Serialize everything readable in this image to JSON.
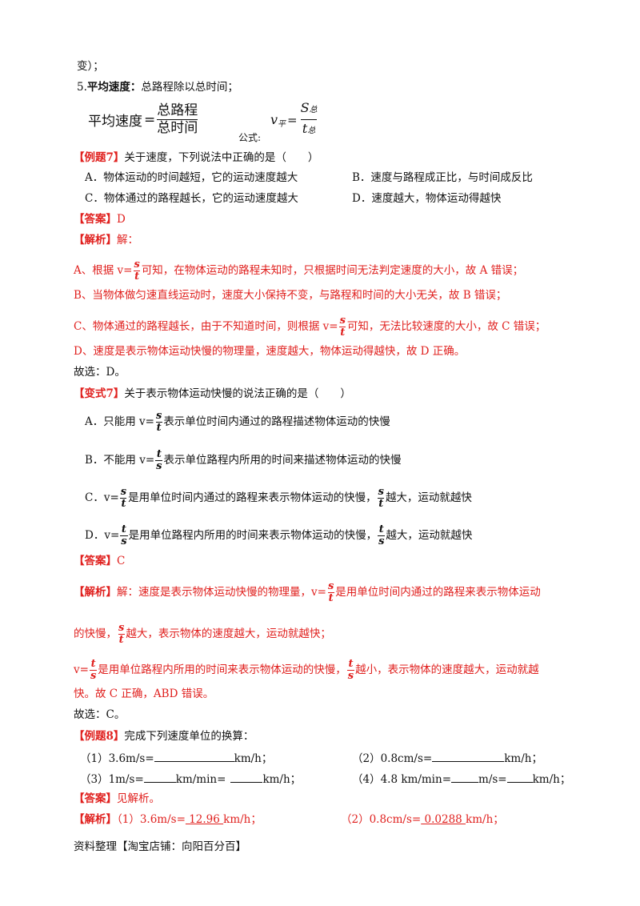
{
  "top_cont": "变）；",
  "def5": {
    "num": "5.",
    "term": "平均速度：",
    "desc": "总路程除以总时间；"
  },
  "formula": {
    "lhs": "平均速度",
    "eq": "=",
    "num": "总路程",
    "den": "总时间",
    "label": "公式:",
    "v": "v",
    "v_sub": "平",
    "s": "S",
    "s_sub": "总",
    "t": "t",
    "t_sub": "总"
  },
  "ex7": {
    "tag": "【例题7】",
    "question": "关于速度，下列说法中正确的是（　　）",
    "options": [
      "A．物体运动的时间越短，它的运动速度越大",
      "B．速度与路程成正比，与时间成反比",
      "C．物体通过的路程越长，它的运动速度越大",
      "D．速度越大，物体运动得越快"
    ],
    "answer_tag": "【答案】",
    "answer": "D",
    "analysis_tag": "【解析】",
    "analysis_intro": "解：",
    "lineA": {
      "pre": "A、根据 v=",
      "num": "s",
      "den": "t",
      "post": "可知，在物体运动的路程未知时，只根据时间无法判定速度的大小，故 A 错误；"
    },
    "lineB": "B、当物体做匀速直线运动时，速度大小保持不变，与路程和时间的大小无关，故 B 错误；",
    "lineC": {
      "pre": "C、物体通过的路程越长，由于不知道时间，则根据 v=",
      "num": "s",
      "den": "t",
      "post": "可知，无法比较速度的大小，故 C 错误；"
    },
    "lineD": "D、速度是表示物体运动快慢的物理量，速度越大，物体运动得越快，故 D 正确。",
    "choose": "故选：D。"
  },
  "var7": {
    "tag": "【变式7】",
    "question": "关于表示物体运动快慢的说法正确的是（　　）",
    "optA": {
      "pre": "A．只能用 v=",
      "num": "s",
      "den": "t",
      "post": "表示单位时间内通过的路程描述物体运动的快慢"
    },
    "optB": {
      "pre": "B．不能用 v=",
      "num": "t",
      "den": "s",
      "post": "表示单位路程内所用的时间来描述物体运动的快慢"
    },
    "optC": {
      "pre": "C．v=",
      "num": "s",
      "den": "t",
      "mid": "是用单位时间内通过的路程来表示物体运动的快慢，",
      "num2": "s",
      "den2": "t",
      "post": "越大，运动就越快"
    },
    "optD": {
      "pre": "D．v=",
      "num": "t",
      "den": "s",
      "mid": "是用单位路程内所用的时间来表示物体运动的快慢，",
      "num2": "t",
      "den2": "s",
      "post": "越大，运动就越快"
    },
    "answer_tag": "【答案】",
    "answer": "C",
    "analysis_tag": "【解析】",
    "a1": {
      "pre": "解：速度是表示物体运动快慢的物理量，v=",
      "num": "s",
      "den": "t",
      "post": "是用单位时间内通过的路程来表示物体运动"
    },
    "a2": {
      "pre": "的快慢，",
      "num": "s",
      "den": "t",
      "post": "越大，表示物体的速度越大，运动就越快；"
    },
    "a3": {
      "pre": "v=",
      "num": "t",
      "den": "s",
      "mid": "是用单位路程内所用的时间来表示物体运动的快慢，",
      "num2": "t",
      "den2": "s",
      "post": "越小，表示物体的速度越大，运动就越"
    },
    "a4": "快。故 C 正确，ABD 错误。",
    "choose": "故选：C。"
  },
  "ex8": {
    "tag": "【例题8】",
    "question": "完成下列速度单位的换算：",
    "q1": {
      "pre": "（1）3.6m/s=",
      "unit": "km/h；"
    },
    "q2": {
      "pre": "（2）0.8cm/s=",
      "unit": "km/h；"
    },
    "q3": {
      "pre": "（3）1m/s=",
      "mid": "km/min=",
      "unit": "km/h；"
    },
    "q4": {
      "pre": "（4）4.8 km/min=",
      "mid": "m/s=",
      "unit": "km/h；"
    },
    "answer_tag": "【答案】",
    "answer": "见解析。",
    "analysis_tag": "【解析】",
    "s1_pre": "（1）3.6m/s=",
    "s1_val": " 12.96 ",
    "s1_unit": "km/h；",
    "s2_pre": "（2）0.8cm/s=",
    "s2_val": " 0.0288 ",
    "s2_unit": "km/h；"
  },
  "footer": "资料整理【淘宝店铺：向阳百分百】"
}
